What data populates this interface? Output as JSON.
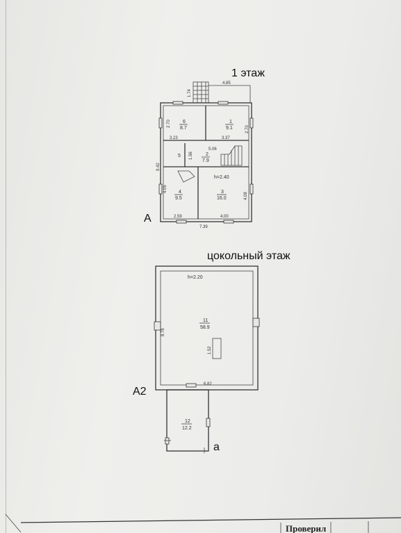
{
  "floor1": {
    "title": "1 этаж",
    "letter": "А",
    "height": "h=2.40",
    "dims": {
      "top_porch": "4.85",
      "porch_side": "1.74",
      "left_top": "2.70",
      "right_top": "2.70",
      "w_3_23": "3.23",
      "w_3_37": "3.37",
      "mid": "5.06",
      "mid_v": "1.56",
      "overall_v": "9.42",
      "left_low": "4.05",
      "right_low": "4.08",
      "bottom_left": "2.59",
      "bottom_right": "4.00",
      "overall_w": "7.39"
    },
    "rooms": [
      {
        "n": "6",
        "area": "8.7"
      },
      {
        "n": "1",
        "area": "9.1"
      },
      {
        "n": "5",
        "area": ""
      },
      {
        "n": "2",
        "area": "7.9"
      },
      {
        "n": "4",
        "area": "9.5"
      },
      {
        "n": "3",
        "area": "16.0"
      }
    ]
  },
  "basement": {
    "title": "цокольный этаж",
    "letter": "А2",
    "height": "h=2.20",
    "dims": {
      "side": "8.76",
      "width": "6.82",
      "stair": "1.52"
    },
    "room": {
      "n": "11",
      "area": "58.9"
    }
  },
  "annex": {
    "letter": "а",
    "room": {
      "n": "12",
      "area": "12.2"
    }
  },
  "stamp": {
    "label": "Проверил"
  }
}
